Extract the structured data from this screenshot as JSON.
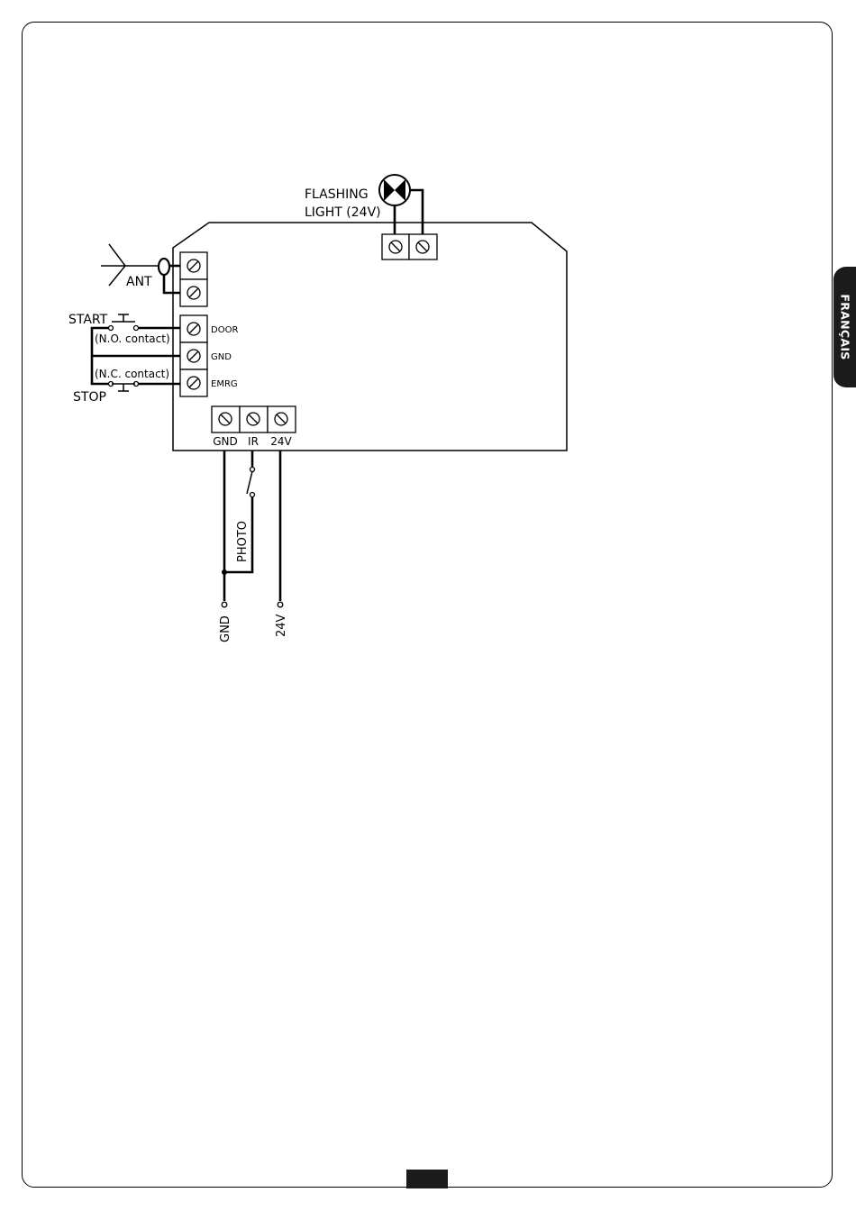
{
  "side_tab": {
    "label": "FRANÇAIS"
  },
  "diagram": {
    "flashing_light_line1": "FLASHING",
    "flashing_light_line2": "LIGHT (24V)",
    "antenna": "ANT",
    "start": "START",
    "no_contact": "(N.O. contact)",
    "nc_contact": "(N.C. contact)",
    "stop": "STOP",
    "terminal_door": "DOOR",
    "terminal_gnd_side": "GND",
    "terminal_emrg": "EMRG",
    "terminal_gnd_bottom": "GND",
    "terminal_ir": "IR",
    "terminal_24v": "24V",
    "photo": "PHOTO",
    "out_gnd": "GND",
    "out_24v": "24V"
  }
}
